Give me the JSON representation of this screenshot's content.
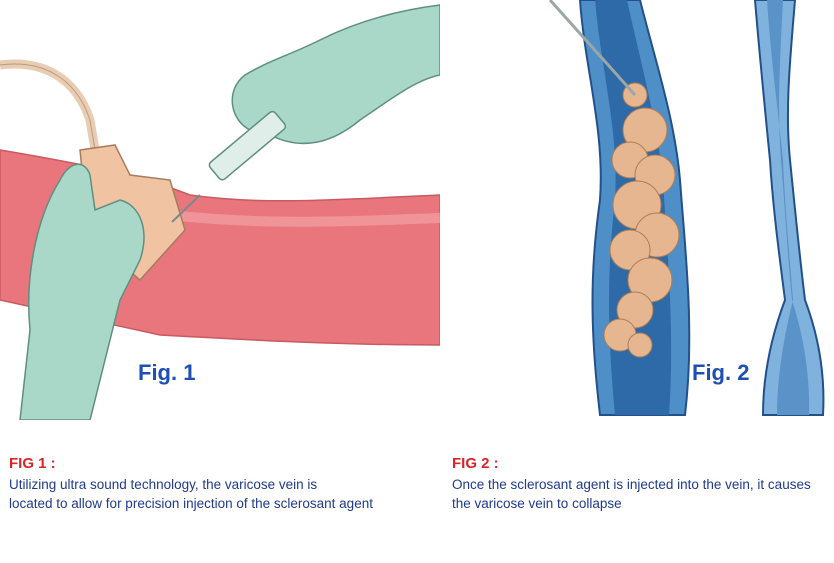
{
  "figures": [
    {
      "label": "Fig. 1",
      "caption_title": "FIG 1 :",
      "caption_lines": [
        "Utilizing ultra sound technology, the varicose vein is",
        "located to allow for precision injection of the sclerosant agent"
      ]
    },
    {
      "label": "Fig. 2",
      "caption_title": "FIG 2 :",
      "caption_lines": [
        "Once the sclerosant agent is injected into the vein, it causes",
        "the varicose vein to collapse"
      ]
    }
  ],
  "colors": {
    "label_blue": "#1f4fb4",
    "caption_red": "#d6262a",
    "caption_blue": "#1f3a8f",
    "skin": "#e8767c",
    "glove": "#a9d8c8",
    "vein": "#4f8fc8",
    "foam": "#e5b690"
  }
}
